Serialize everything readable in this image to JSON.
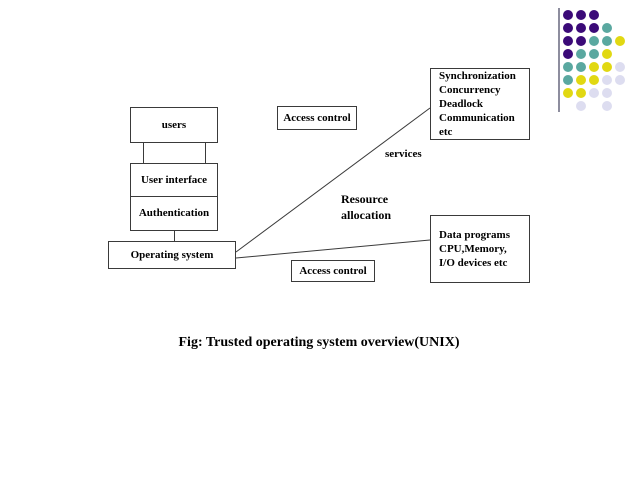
{
  "slide": {
    "caption": "Fig: Trusted operating system overview(UNIX)",
    "background": "#ffffff",
    "line_color": "#3a3a3a"
  },
  "diagram": {
    "left_stack": [
      {
        "id": "users",
        "label": "users"
      },
      {
        "id": "user-interface",
        "label": "User interface"
      },
      {
        "id": "authentication",
        "label": "Authentication"
      },
      {
        "id": "operating-system",
        "label": "Operating system"
      }
    ],
    "access_control_top": "Access control",
    "access_control_bottom": "Access control",
    "edge_labels": {
      "services": "services",
      "resource_allocation": "Resource\nallocation"
    },
    "right_boxes": [
      {
        "id": "services-box",
        "label": "Synchronization\nConcurrency\nDeadlock\nCommunication etc"
      },
      {
        "id": "resources-box",
        "label": "Data programs\nCPU,Memory,\nI/O devices etc"
      }
    ]
  },
  "decoration": {
    "rule_color": "#8d8d9e",
    "palette": {
      "purple": "#3b0a78",
      "teal": "#5aa8a0",
      "yellow": "#e1d812",
      "lavender": "#ddddf0"
    },
    "dot_grid": {
      "columns": 5,
      "rows": 8,
      "cell": 13,
      "diameter": 10,
      "rows_colors": [
        [
          "purple",
          "purple",
          "purple",
          null,
          null
        ],
        [
          "purple",
          "purple",
          "purple",
          "teal",
          null
        ],
        [
          "purple",
          "purple",
          "teal",
          "teal",
          "yellow"
        ],
        [
          "purple",
          "teal",
          "teal",
          "yellow",
          null
        ],
        [
          "teal",
          "teal",
          "yellow",
          "yellow",
          "lavender"
        ],
        [
          "teal",
          "yellow",
          "yellow",
          "lavender",
          "lavender"
        ],
        [
          "yellow",
          "yellow",
          "lavender",
          "lavender",
          null
        ],
        [
          null,
          "lavender",
          null,
          "lavender",
          null
        ]
      ]
    }
  }
}
